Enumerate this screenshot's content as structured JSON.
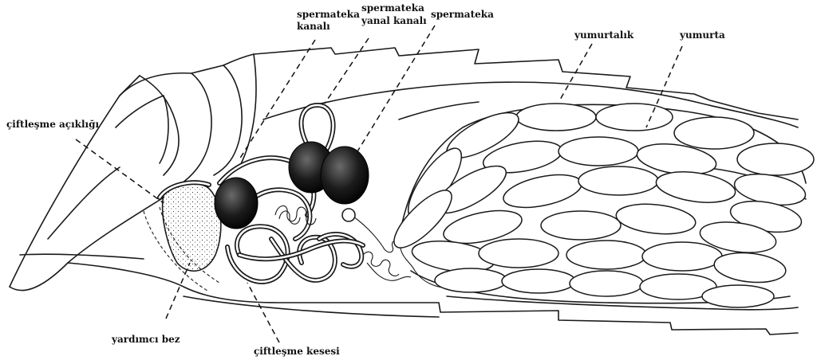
{
  "diagram": {
    "labels": {
      "spermateka_kanali_1": "spermateka",
      "spermateka_kanali_2": "kanalı",
      "spermateka_yanal_1": "spermateka",
      "spermateka_yanal_2": "yanal kanalı",
      "spermateka": "spermateka",
      "yumurtalik": "yumurtalık",
      "yumurta": "yumurta",
      "ciftlesme_acikligi": "çiftleşme açıklığı",
      "yardimci_bez": "yardımcı bez",
      "ciftlesme_kesesi": "çiftleşme kesesi"
    }
  }
}
